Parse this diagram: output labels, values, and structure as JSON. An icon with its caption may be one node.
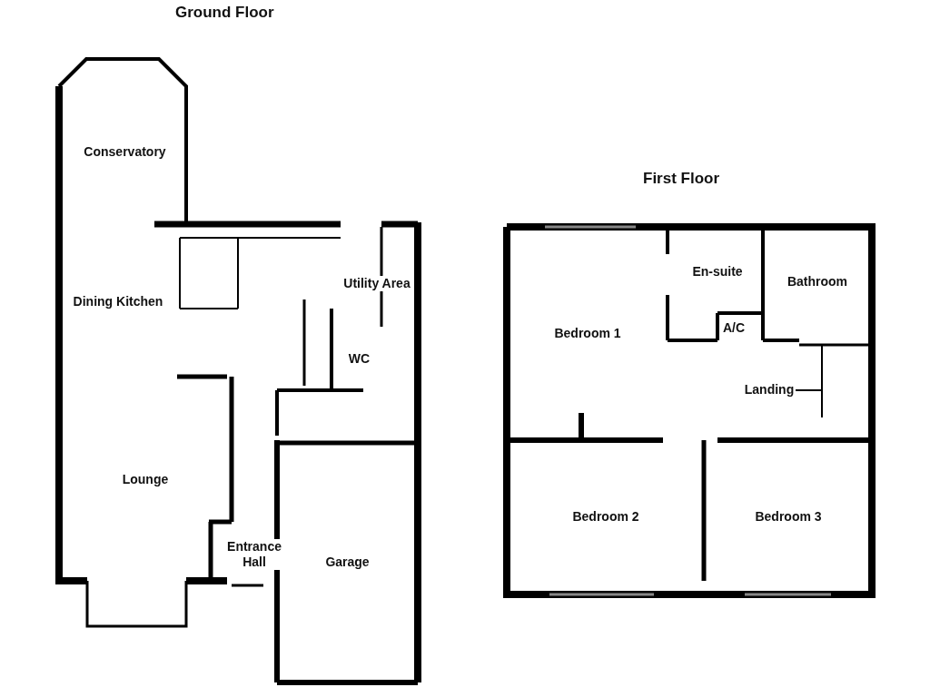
{
  "diagram": {
    "nodes": [
      {
        "text": [
          "Conservatory"
        ]
      },
      {
        "text": [
          "Dining Kitchen"
        ]
      },
      {
        "text": [
          "Utility Area"
        ]
      },
      {
        "text": [
          "WC"
        ]
      },
      {
        "text": [
          "Lounge"
        ]
      },
      {
        "text": [
          "Entrance Hall"
        ]
      },
      {
        "text": [
          "Garage"
        ]
      },
      {
        "text": [
          "Bedroom 1"
        ]
      },
      {
        "text": [
          "En-suite"
        ]
      },
      {
        "text": [
          "Bathroom"
        ]
      },
      {
        "text": [
          "A/C"
        ]
      },
      {
        "text": [
          "Landing"
        ]
      },
      {
        "text": [
          "Bedroom 2"
        ]
      },
      {
        "text": [
          "Bedroom 3"
        ]
      }
    ],
    "edges": [],
    "labels": [
      "Ground Floor",
      "First Floor"
    ]
  }
}
